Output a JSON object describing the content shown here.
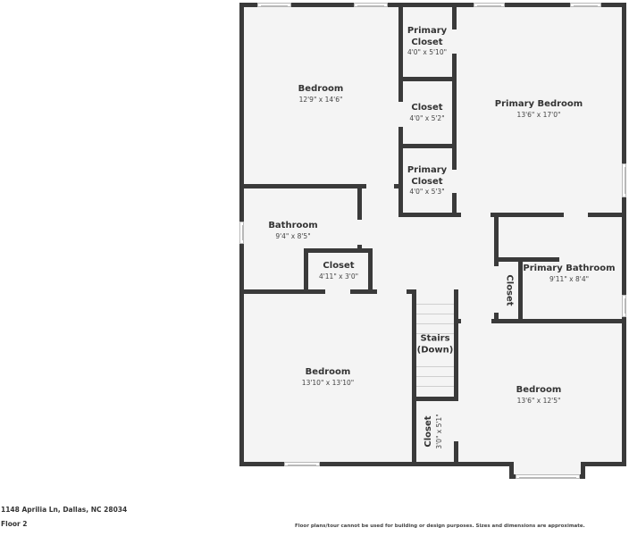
{
  "floorplan": {
    "rooms": [
      {
        "name": "Bedroom",
        "dims": "12'9\" x 14'6\""
      },
      {
        "name": "Primary Closet",
        "name_line1": "Primary",
        "name_line2": "Closet",
        "dims": "4'0\" x 5'10\""
      },
      {
        "name": "Closet",
        "dims": "4'0\" x 5'2\""
      },
      {
        "name": "Primary Closet",
        "name_line1": "Primary",
        "name_line2": "Closet",
        "dims": "4'0\" x 5'3\""
      },
      {
        "name": "Primary Bedroom",
        "dims": "13'6\" x 17'0\""
      },
      {
        "name": "Bathroom",
        "dims": "9'4\" x 8'5\""
      },
      {
        "name": "Closet",
        "dims": "4'11\" x 3'0\""
      },
      {
        "name": "Primary Bathroom",
        "dims": "9'11\" x 8'4\""
      },
      {
        "name": "Closet",
        "dims": ""
      },
      {
        "name": "Stairs (Down)",
        "name_line1": "Stairs",
        "name_line2": "(Down)",
        "dims": ""
      },
      {
        "name": "Bedroom",
        "dims": "13'10\" x 13'10\""
      },
      {
        "name": "Closet",
        "dims": "3'0\" x 5'1\""
      },
      {
        "name": "Bedroom",
        "dims": "13'6\" x 12'5\""
      }
    ]
  },
  "footer": {
    "address": "1148 Aprilia Ln, Dallas, NC 28034",
    "floor": "Floor 2",
    "disclaimer": "Floor plans/tour cannot be used for building or design purposes. Sizes and dimensions are approximate."
  },
  "colors": {
    "wall": "#3a3a3a",
    "floor": "#f4f4f4",
    "text": "#333333"
  }
}
